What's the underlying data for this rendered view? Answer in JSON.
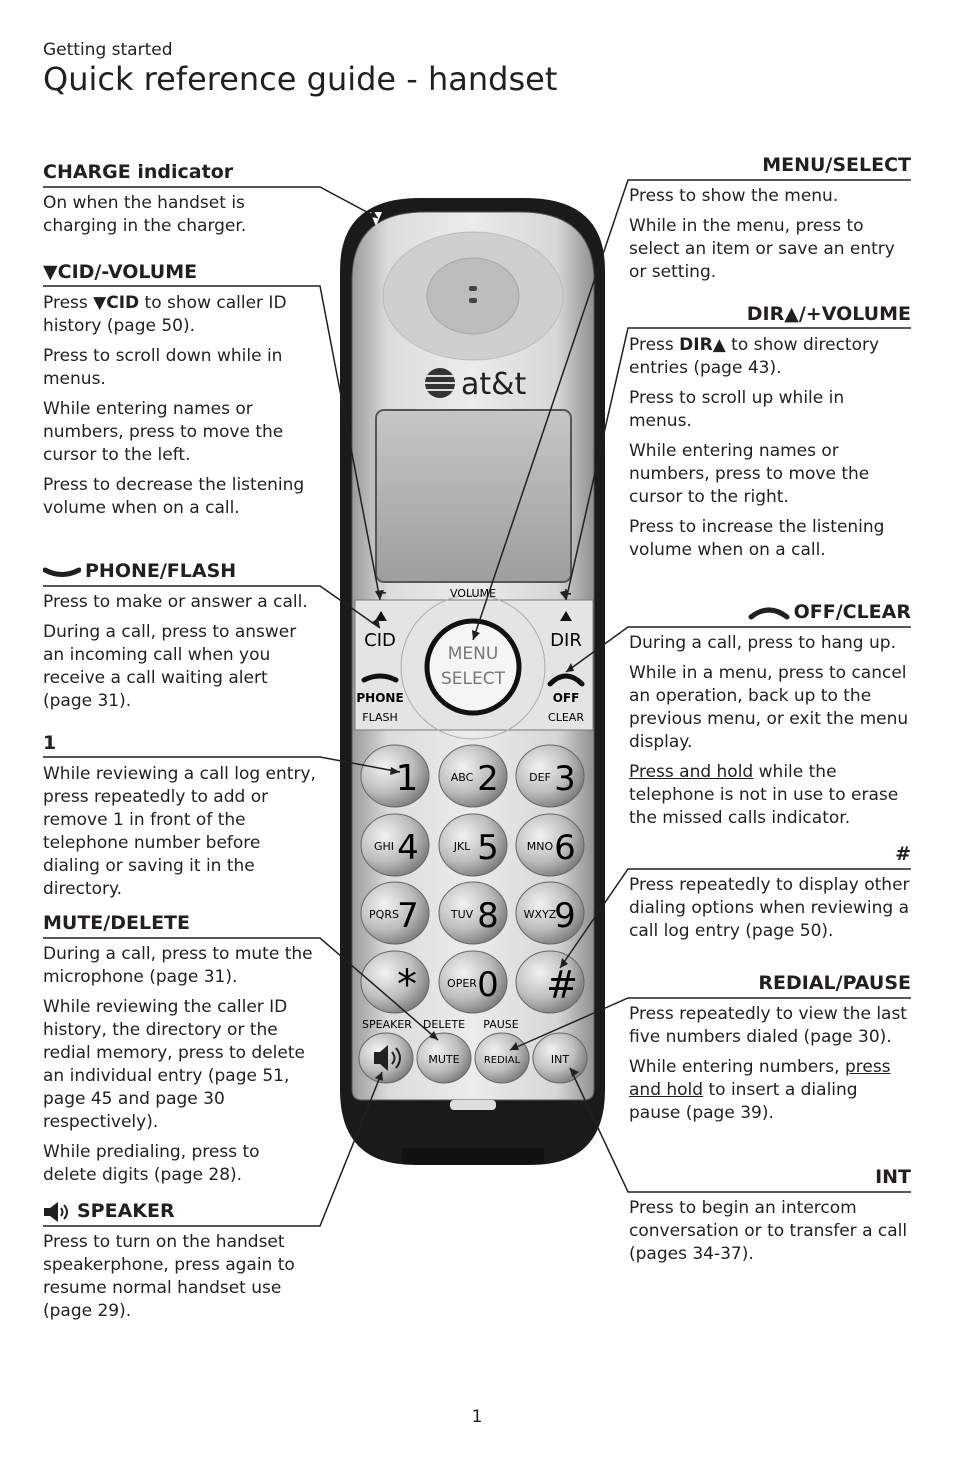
{
  "header": {
    "kicker": "Getting started",
    "title": "Quick reference guide - handset"
  },
  "page_number": "1",
  "handset": {
    "brand": "at&t",
    "volume_label": "VOLUME",
    "minus": "−",
    "plus": "+",
    "cid": "CID",
    "dir": "DIR",
    "menu": "MENU",
    "select": "SELECT",
    "phone": "PHONE",
    "flash": "FLASH",
    "off": "OFF",
    "clear": "CLEAR",
    "keys": [
      {
        "digit": "1",
        "letters": ""
      },
      {
        "digit": "2",
        "letters": "ABC"
      },
      {
        "digit": "3",
        "letters": "DEF"
      },
      {
        "digit": "4",
        "letters": "GHI"
      },
      {
        "digit": "5",
        "letters": "JKL"
      },
      {
        "digit": "6",
        "letters": "MNO"
      },
      {
        "digit": "7",
        "letters": "PQRS"
      },
      {
        "digit": "8",
        "letters": "TUV"
      },
      {
        "digit": "9",
        "letters": "WXYZ"
      },
      {
        "digit": "*",
        "letters": ""
      },
      {
        "digit": "0",
        "letters": "OPER"
      },
      {
        "digit": "#",
        "letters": ""
      }
    ],
    "bottom_labels": {
      "speaker": "SPEAKER",
      "delete": "DELETE",
      "pause": "PAUSE"
    },
    "bottom_keys": {
      "mute": "MUTE",
      "redial": "REDIAL",
      "int": "INT"
    }
  },
  "left": {
    "charge": {
      "heading": "CHARGE indicator",
      "p1": "On when the handset is charging in the charger."
    },
    "cid": {
      "heading": "CID/-VOLUME",
      "p1_pre": "Press ",
      "p1_bold": "CID",
      "p1_post": " to show caller ID history (page 50).",
      "p2": "Press to scroll down while in menus.",
      "p3": "While entering names or numbers, press to move the cursor to the left.",
      "p4": "Press to decrease the listening volume when on a call."
    },
    "phone": {
      "heading": "PHONE/FLASH",
      "p1": "Press to make or answer a call.",
      "p2": "During a call, press to answer an incoming call when you receive a call waiting alert (page 31)."
    },
    "one": {
      "heading": "1",
      "p1": "While reviewing a call log entry, press repeatedly to add or remove 1 in front of the telephone number before dialing or saving it in the directory."
    },
    "mute": {
      "heading": "MUTE/DELETE",
      "p1": "During a call, press to mute the microphone (page 31).",
      "p2": "While reviewing the caller ID history, the directory or the redial memory, press to delete an individual entry (page 51, page 45 and page 30 respectively).",
      "p3": "While predialing, press to delete digits (page 28)."
    },
    "speaker": {
      "heading": "SPEAKER",
      "p1": "Press to turn on the handset speakerphone, press again to resume normal handset use (page 29)."
    }
  },
  "right": {
    "menu": {
      "heading": "MENU/SELECT",
      "p1": "Press to show the menu.",
      "p2": "While in the menu, press to select an item or save an entry or setting."
    },
    "dir": {
      "heading_pre": "DIR",
      "heading_post": "/+VOLUME",
      "p1_pre": "Press ",
      "p1_bold": "DIR",
      "p1_post": " to show directory entries (page 43).",
      "p2": "Press to scroll up while in menus.",
      "p3": "While entering names or numbers, press to move the cursor to the right.",
      "p4": "Press to increase the listening volume when on a call."
    },
    "off": {
      "heading": "OFF/CLEAR",
      "p1": "During a call, press to hang up.",
      "p2": "While in a menu, press to cancel an operation, back up to the previous menu, or exit the menu display.",
      "p3_u": "Press and hold",
      "p3_post": " while the telephone is not in use to erase the missed calls indicator."
    },
    "hash": {
      "heading": "#",
      "p1": "Press repeatedly to display other dialing options when reviewing a call log entry (page 50)."
    },
    "redial": {
      "heading": "REDIAL/PAUSE",
      "p1": "Press repeatedly to view the last five numbers dialed (page 30).",
      "p2_pre": "While entering numbers, ",
      "p2_u": "press and hold",
      "p2_post": " to insert a dialing pause (page 39)."
    },
    "int": {
      "heading": "INT",
      "p1": "Press to begin an intercom conversation or to transfer a call (pages 34-37)."
    }
  }
}
